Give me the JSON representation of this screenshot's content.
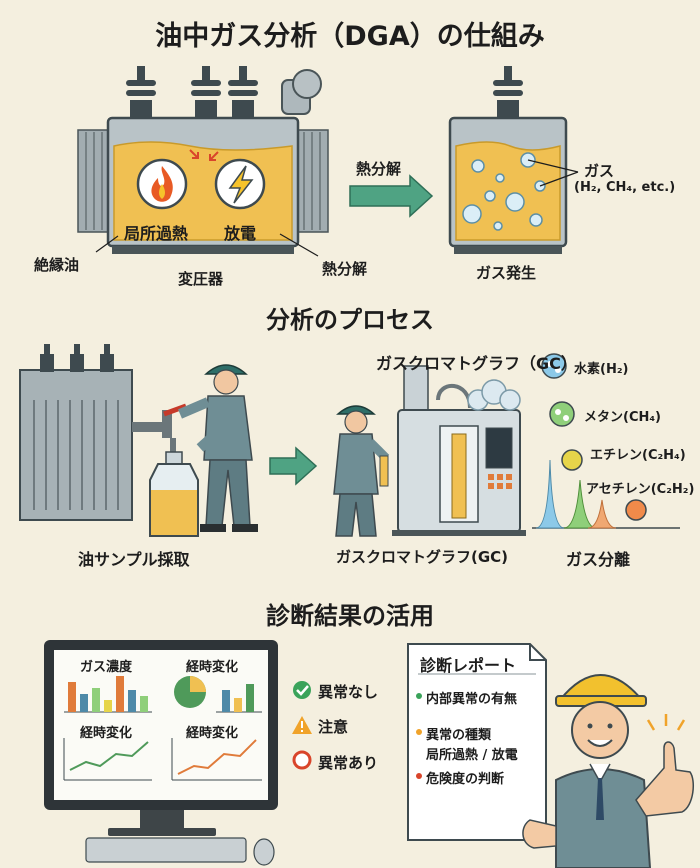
{
  "titles": {
    "main": "油中ガス分析（DGA）の仕組み",
    "process": "分析のプロセス",
    "results": "診断結果の活用"
  },
  "section1": {
    "hotspot": "局所過熱",
    "discharge": "放電",
    "insulating_oil": "絶縁油",
    "transformer": "変圧器",
    "thermal_decomp": "熱分解",
    "arrow_label": "熱分解",
    "gas_label": "ガス",
    "gas_formula": "(H₂, CH₄, etc.)",
    "gas_generation": "ガス発生"
  },
  "section2": {
    "gc_title": "ガスクロマトグラフ（GC）",
    "oil_sampling": "油サンプル採取",
    "gc_label": "ガスクロマトグラフ(GC)",
    "gas_separation": "ガス分離",
    "gases": [
      "水素(H₂)",
      "メタン(CH₄)",
      "エチレン(C₂H₄)",
      "アセチレン(C₂H₂)"
    ]
  },
  "section3": {
    "monitor_panels": [
      "ガス濃度",
      "経時変化",
      "経時変化",
      "経時変化"
    ],
    "status": [
      "異常なし",
      "注意",
      "異常あり"
    ],
    "report_title": "診断レポート",
    "report_items": [
      "内部異常の有無",
      "異常の種類",
      "局所過熱 / 放電",
      "危険度の判断"
    ]
  },
  "colors": {
    "background": "#f4efdf",
    "oil": "#f0c052",
    "equipment": "#9aa7ac",
    "ok": "#3aa35a",
    "warn": "#f0a32a",
    "alert": "#d9452b",
    "hydrogen": "#8cc9e8",
    "methane": "#8fcf7a",
    "ethylene": "#e6d54a",
    "acetylene": "#f08a4a"
  }
}
